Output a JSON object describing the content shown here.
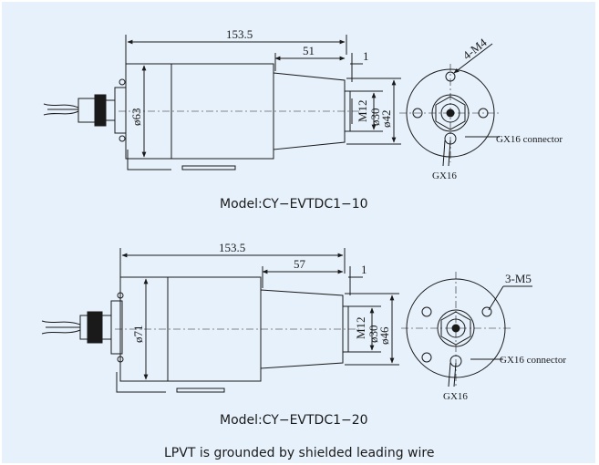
{
  "drawing1": {
    "dim_length_total": "153.5",
    "dim_cone_length": "51",
    "dim_shaft": "1",
    "dim_body_dia": "ø63",
    "dim_thread": "M12",
    "dim_dia_inner": "ø30",
    "dim_dia_outer": "ø42",
    "holes": "4-M4",
    "connector": "GX16 connector",
    "connector_code": "GX16",
    "caption": "Model:CY−EVTDC1−10"
  },
  "drawing2": {
    "dim_length_total": "153.5",
    "dim_cone_length": "57",
    "dim_shaft": "1",
    "dim_body_dia": "ø71",
    "dim_thread": "M12",
    "dim_dia_inner": "ø30",
    "dim_dia_outer": "ø46",
    "holes": "3-M5",
    "connector": "GX16 connector",
    "connector_code": "GX16",
    "caption": "Model:CY−EVTDC1−20"
  },
  "footer": "LPVT is grounded by shielded leading wire",
  "colors": {
    "background": "#e7f1fb",
    "line": "#1a1a1a"
  }
}
